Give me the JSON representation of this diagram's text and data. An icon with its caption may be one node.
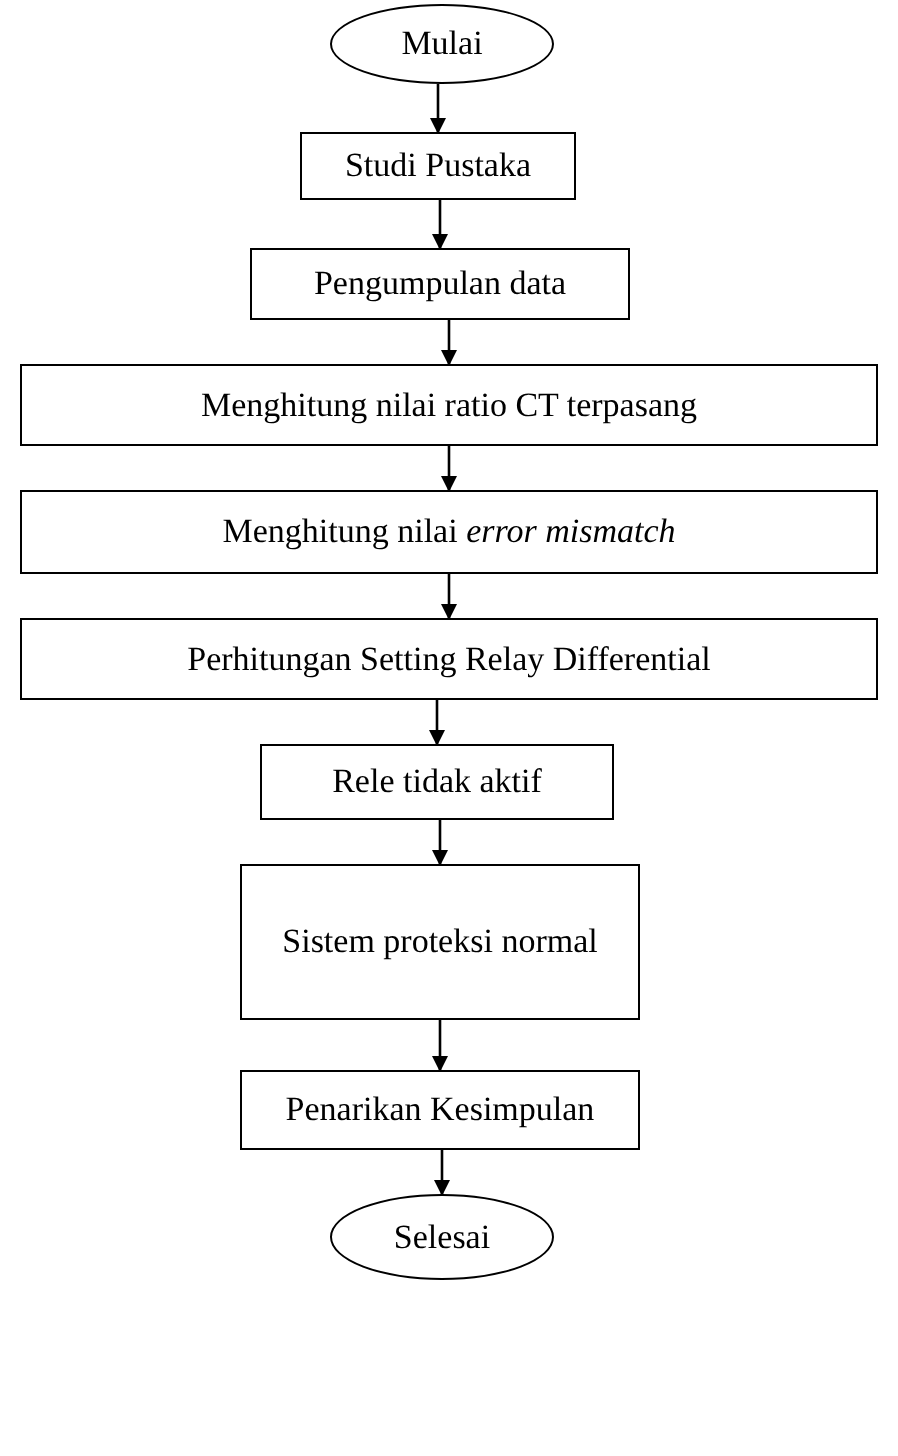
{
  "diagram": {
    "nodes": [
      {
        "text": [
          "Mulai"
        ]
      },
      {
        "text": [
          "Studi Pustaka"
        ]
      },
      {
        "text": [
          "Pengumpulan data"
        ]
      },
      {
        "text": [
          "Menghitung nilai ratio CT terpasang"
        ]
      },
      {
        "text": [
          "Menghitung nilai *error mismatch*"
        ]
      },
      {
        "text": [
          "Perhitungan Setting Relay Differential"
        ]
      },
      {
        "text": [
          "Rele tidak aktif"
        ]
      },
      {
        "text": [
          "Sistem proteksi normal"
        ]
      },
      {
        "text": [
          "Penarikan Kesimpulan"
        ]
      },
      {
        "text": [
          "Selesai"
        ]
      }
    ],
    "edges": [
      {
        "from": 0,
        "to": 1,
        "arrow": "to"
      },
      {
        "from": 1,
        "to": 2,
        "arrow": "to"
      },
      {
        "from": 2,
        "to": 3,
        "arrow": "to"
      },
      {
        "from": 3,
        "to": 4,
        "arrow": "to"
      },
      {
        "from": 4,
        "to": 5,
        "arrow": "to"
      },
      {
        "from": 5,
        "to": 6,
        "arrow": "to"
      },
      {
        "from": 6,
        "to": 7,
        "arrow": "to"
      },
      {
        "from": 7,
        "to": 8,
        "arrow": "to"
      },
      {
        "from": 8,
        "to": 9,
        "arrow": "to"
      }
    ]
  }
}
